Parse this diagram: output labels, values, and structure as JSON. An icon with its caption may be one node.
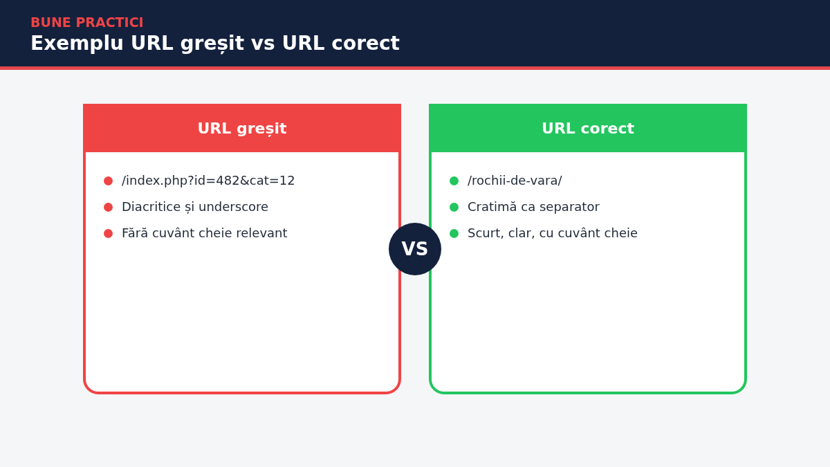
{
  "diagram": {
    "title": "Exemplu URL greșit vs URL corect",
    "nodes": [
      {
        "text": [
          "URL greșit",
          "/index.php?id=482&cat=12",
          "Diacritice și underscore",
          "Fără cuvânt cheie relevant"
        ]
      },
      {
        "text": [
          "VS"
        ]
      },
      {
        "text": [
          "URL corect",
          "/rochii-de-vara/",
          "Cratimă ca separator",
          "Scurt, clar, cu cuvânt cheie"
        ]
      }
    ],
    "labels": [
      "BUNE PRACTICI"
    ]
  }
}
